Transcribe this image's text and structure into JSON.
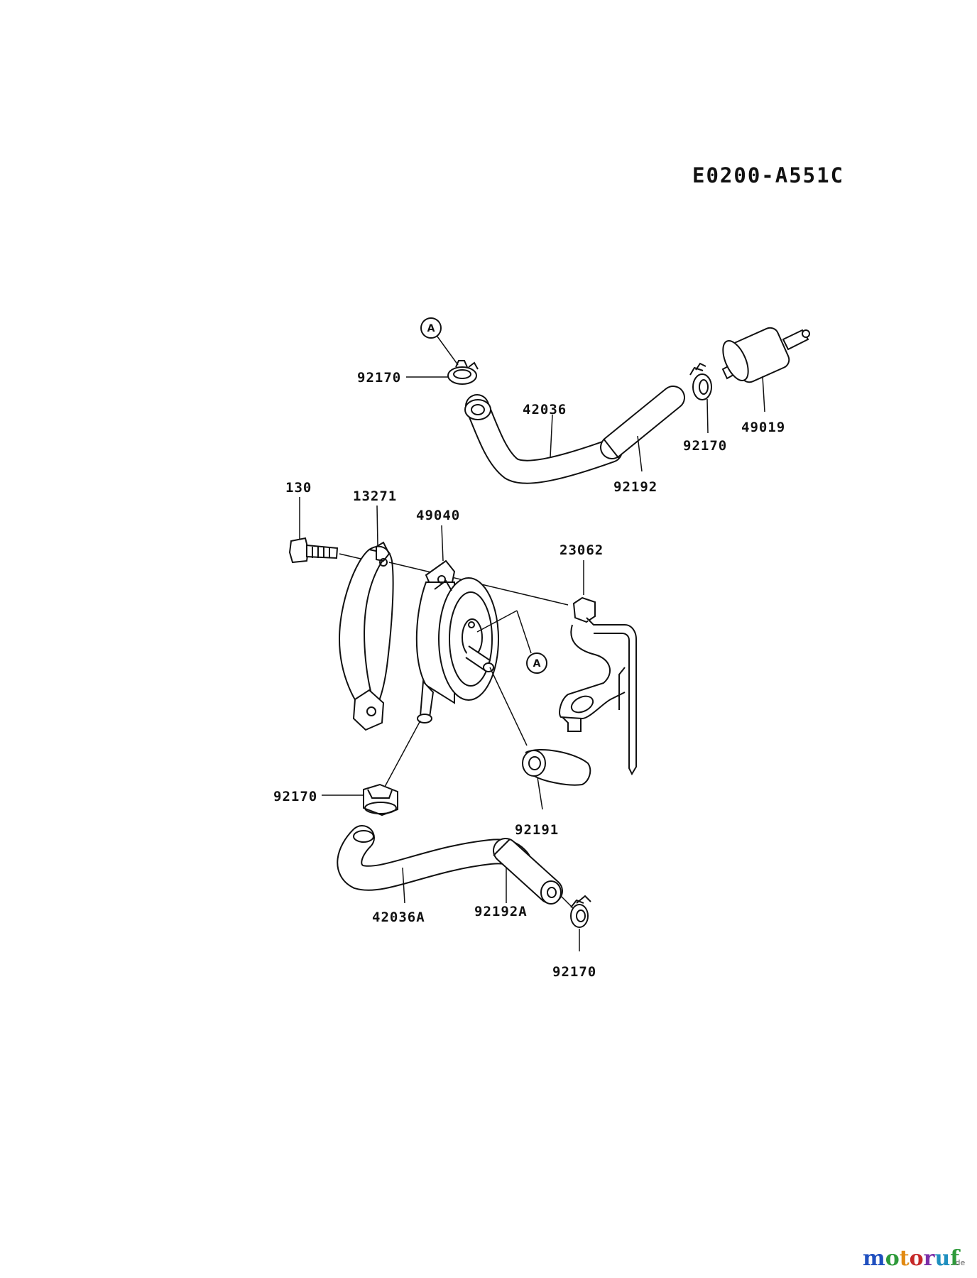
{
  "diagram": {
    "code": "E0200-A551C",
    "callout_letter": "A",
    "labels": {
      "clamp_top_left": "92170",
      "hose_top": "42036",
      "fuel_filter": "49019",
      "clamp_top_right": "92170",
      "sleeve_top": "92192",
      "bolt": "130",
      "bracket_left": "13271",
      "fuel_pump": "49040",
      "bracket_right": "23062",
      "clamp_mid_left": "92170",
      "cap": "92191",
      "hose_bottom": "42036A",
      "sleeve_bottom": "92192A",
      "clamp_bottom": "92170"
    }
  },
  "watermark": {
    "text": "motoruf",
    "suffix": ".de",
    "colors": [
      "#1f4fbf",
      "#2e9a3a",
      "#e28a12",
      "#c62828",
      "#7b2fa8",
      "#1f8fbf",
      "#2e9a3a"
    ]
  }
}
